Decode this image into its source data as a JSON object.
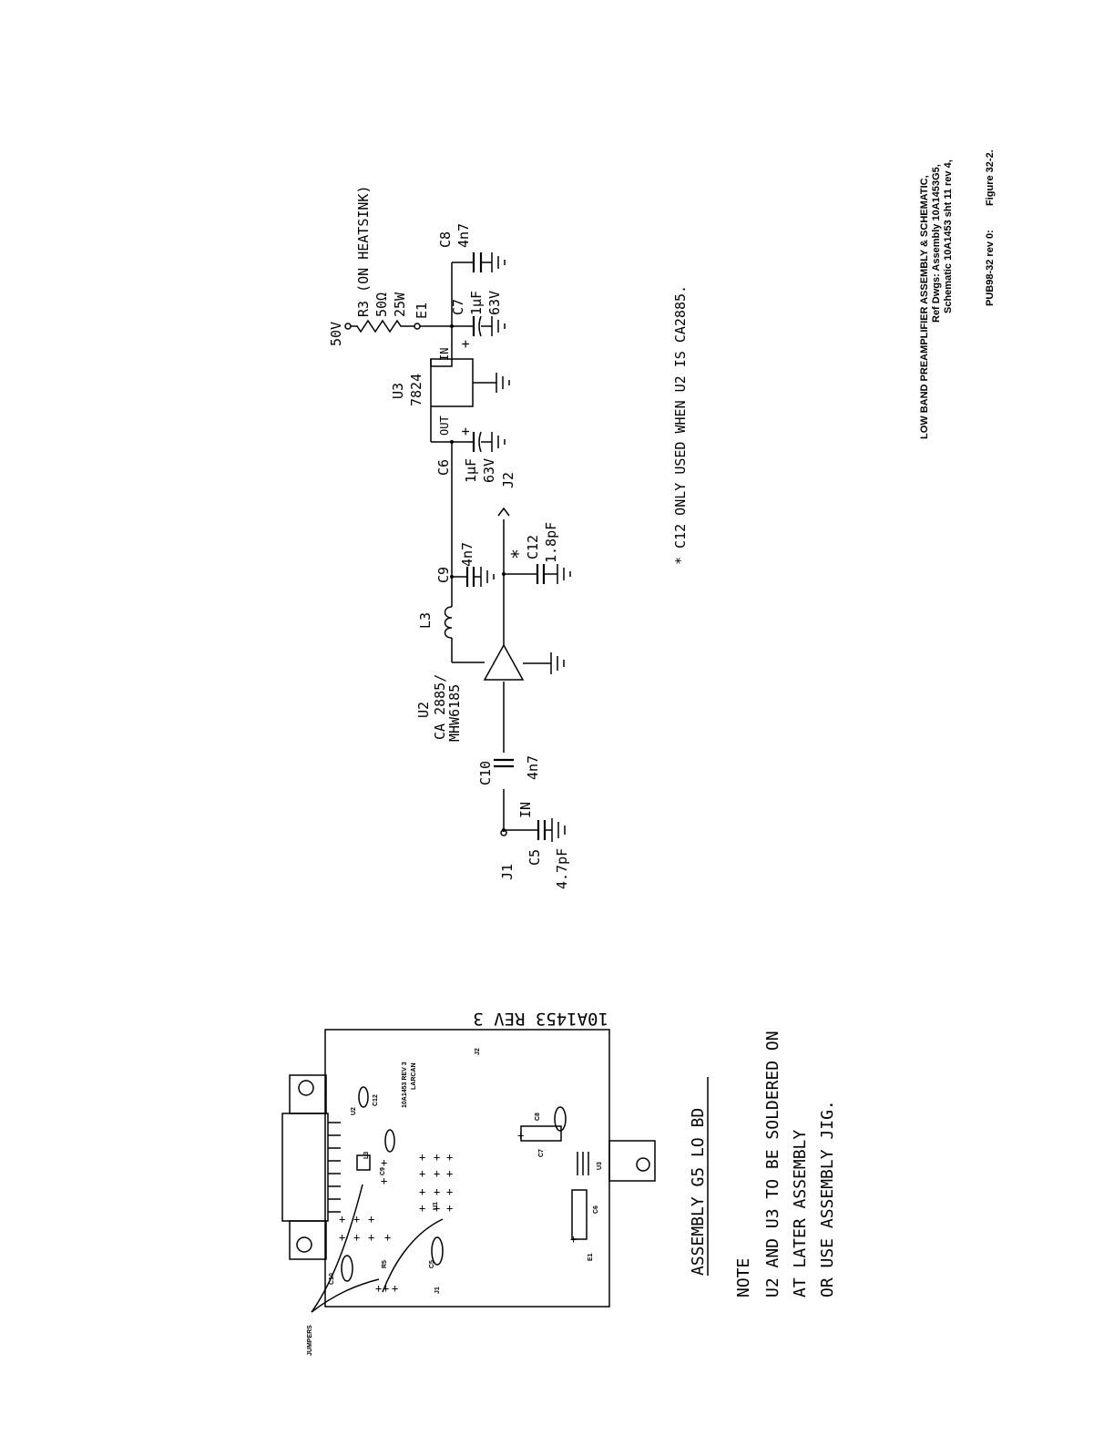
{
  "schematic": {
    "labels": {
      "v50": "50V",
      "r3": "R3 (ON HEATSINK)",
      "r3_value": "50Ω",
      "r3_watt": "25W",
      "e1": "E1",
      "c8": "C8",
      "c8_value": "4n7",
      "c7": "C7",
      "c7_value": "1µF",
      "c7_voltage": "63V",
      "u3": "U3",
      "u3_part": "7824",
      "u3_in": "IN",
      "u3_out": "OUT",
      "c6": "C6",
      "c6_value": "1µF",
      "c6_voltage": "63V",
      "j2": "J2",
      "c12_star": "*",
      "c12": "C12",
      "c12_value": "1.8pF",
      "c9": "C9",
      "c9_value": "4n7",
      "l3": "L3",
      "u2": "U2",
      "u2_part1": "CA 2885/",
      "u2_part2": "MHW6185",
      "c10": "C10",
      "c10_value": "4n7",
      "c5_in": "IN",
      "j1": "J1",
      "c5": "C5",
      "c5_value": "4.7pF",
      "plus": "+"
    },
    "footnote": "* C12 ONLY USED WHEN U2 IS CA2885."
  },
  "title_block": {
    "line1": "LOW BAND PREAMPLIFIER ASSEMBLY & SCHEMATIC,",
    "line2": "Ref Dwgs:  Assembly 10A1453G5,",
    "line3": "Schematic 10A1453 sht 11 rev 4,",
    "pub": "PUB98-32 rev 0:",
    "figure": "Figure 32-2."
  },
  "assembly": {
    "board_number": "10A1453 REV 3",
    "silkscreen1": "10A1453 REV 3",
    "silkscreen2": "LARCAN",
    "refs": {
      "j2": "J2",
      "u2": "U2",
      "c12": "C12",
      "l3": "L3",
      "c9": "C9",
      "u1": "U1",
      "c10": "C10",
      "r5": "R5",
      "c5": "C5",
      "j1": "J1",
      "c8": "C8",
      "c7": "C7",
      "u3": "U3",
      "c6": "C6",
      "e1": "E1"
    },
    "jumpers": "JUMPERS",
    "title": "ASSEMBLY G5 LO BD",
    "note_heading": "NOTE",
    "note_lines": [
      "U2 AND U3 TO BE SOLDERED ON",
      "AT LATER ASSEMBLY",
      "OR USE ASSEMBLY JIG."
    ]
  }
}
